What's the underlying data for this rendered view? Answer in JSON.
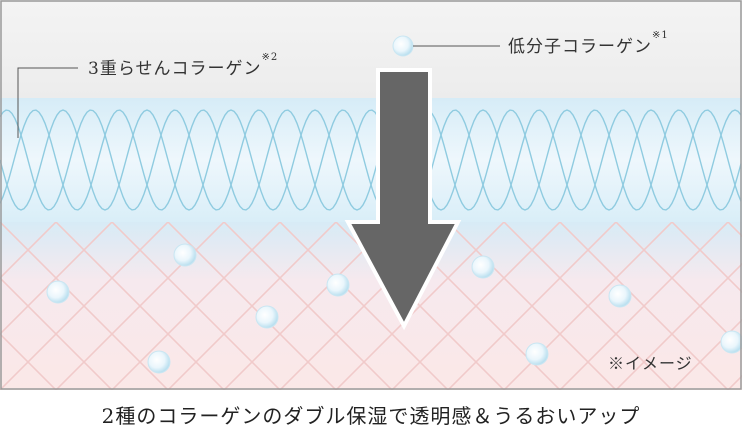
{
  "labels": {
    "triple_helix": "3重らせんコラーゲン",
    "triple_helix_note": "※2",
    "low_molecular": "低分子コラーゲン",
    "low_molecular_note": "※1",
    "image_note": "※イメージ"
  },
  "caption": "2種のコラーゲンのダブル保湿で透明感＆うるおいアップ",
  "colors": {
    "frame": "#9a9a9a",
    "surface_band": "#eaf5fb",
    "helix": "#8fcbe0",
    "lower_layer": "#fbe9e8",
    "lattice": "#f3cfcf",
    "arrow_fill": "#666666",
    "arrow_outline": "#ffffff",
    "particle": "#bfe3f2"
  },
  "icons": {
    "arrow": "down-arrow-icon",
    "particle": "collagen-particle-icon"
  }
}
